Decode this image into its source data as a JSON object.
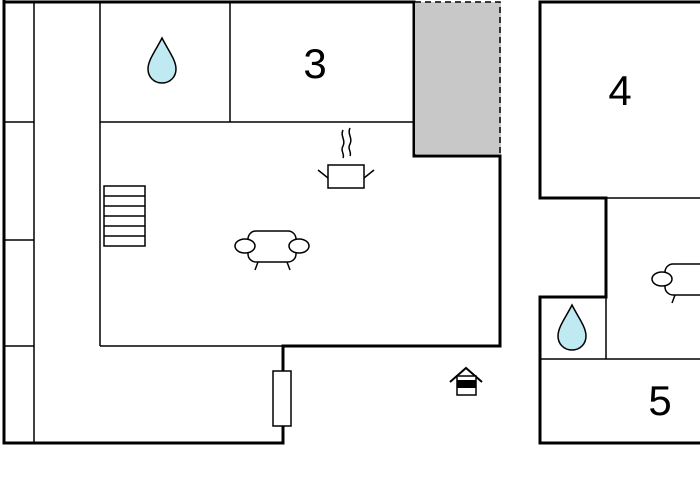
{
  "floorplan": {
    "rooms": [
      {
        "id": "room-3",
        "label": "3"
      },
      {
        "id": "room-4",
        "label": "4"
      },
      {
        "id": "room-5",
        "label": "5"
      }
    ],
    "icons": [
      "water-drop-icon",
      "water-drop-icon",
      "cooking-pot-icon",
      "sofa-icon",
      "sofa-icon",
      "staircase-icon",
      "house-entrance-icon",
      "radiator-icon"
    ],
    "colors": {
      "wall": "#000000",
      "water_drop": "#bfeaf2",
      "shaded_area": "#c8c8c8",
      "background": "#ffffff"
    }
  }
}
